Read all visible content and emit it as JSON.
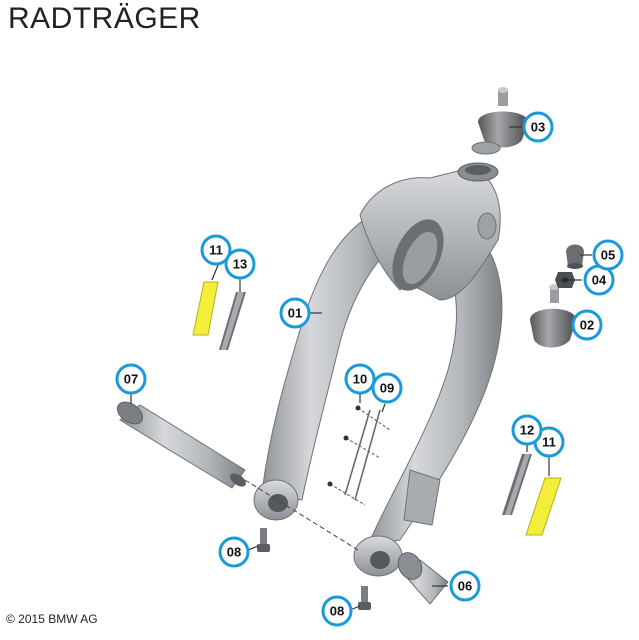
{
  "page": {
    "title": "RADTRÄGER",
    "copyright": "© 2015 BMW AG"
  },
  "colors": {
    "callout_ring": "#1a9ad8",
    "highlight": "#f2ee3a",
    "part_gray": "#b9bcc1"
  },
  "callouts": [
    {
      "id": "c01",
      "label": "01"
    },
    {
      "id": "c02",
      "label": "02"
    },
    {
      "id": "c03",
      "label": "03"
    },
    {
      "id": "c04",
      "label": "04"
    },
    {
      "id": "c05",
      "label": "05"
    },
    {
      "id": "c06",
      "label": "06"
    },
    {
      "id": "c07",
      "label": "07"
    },
    {
      "id": "c08a",
      "label": "08"
    },
    {
      "id": "c08b",
      "label": "08"
    },
    {
      "id": "c09",
      "label": "09"
    },
    {
      "id": "c10",
      "label": "10"
    },
    {
      "id": "c11a",
      "label": "11"
    },
    {
      "id": "c11b",
      "label": "11"
    },
    {
      "id": "c12",
      "label": "12"
    },
    {
      "id": "c13",
      "label": "13"
    }
  ]
}
